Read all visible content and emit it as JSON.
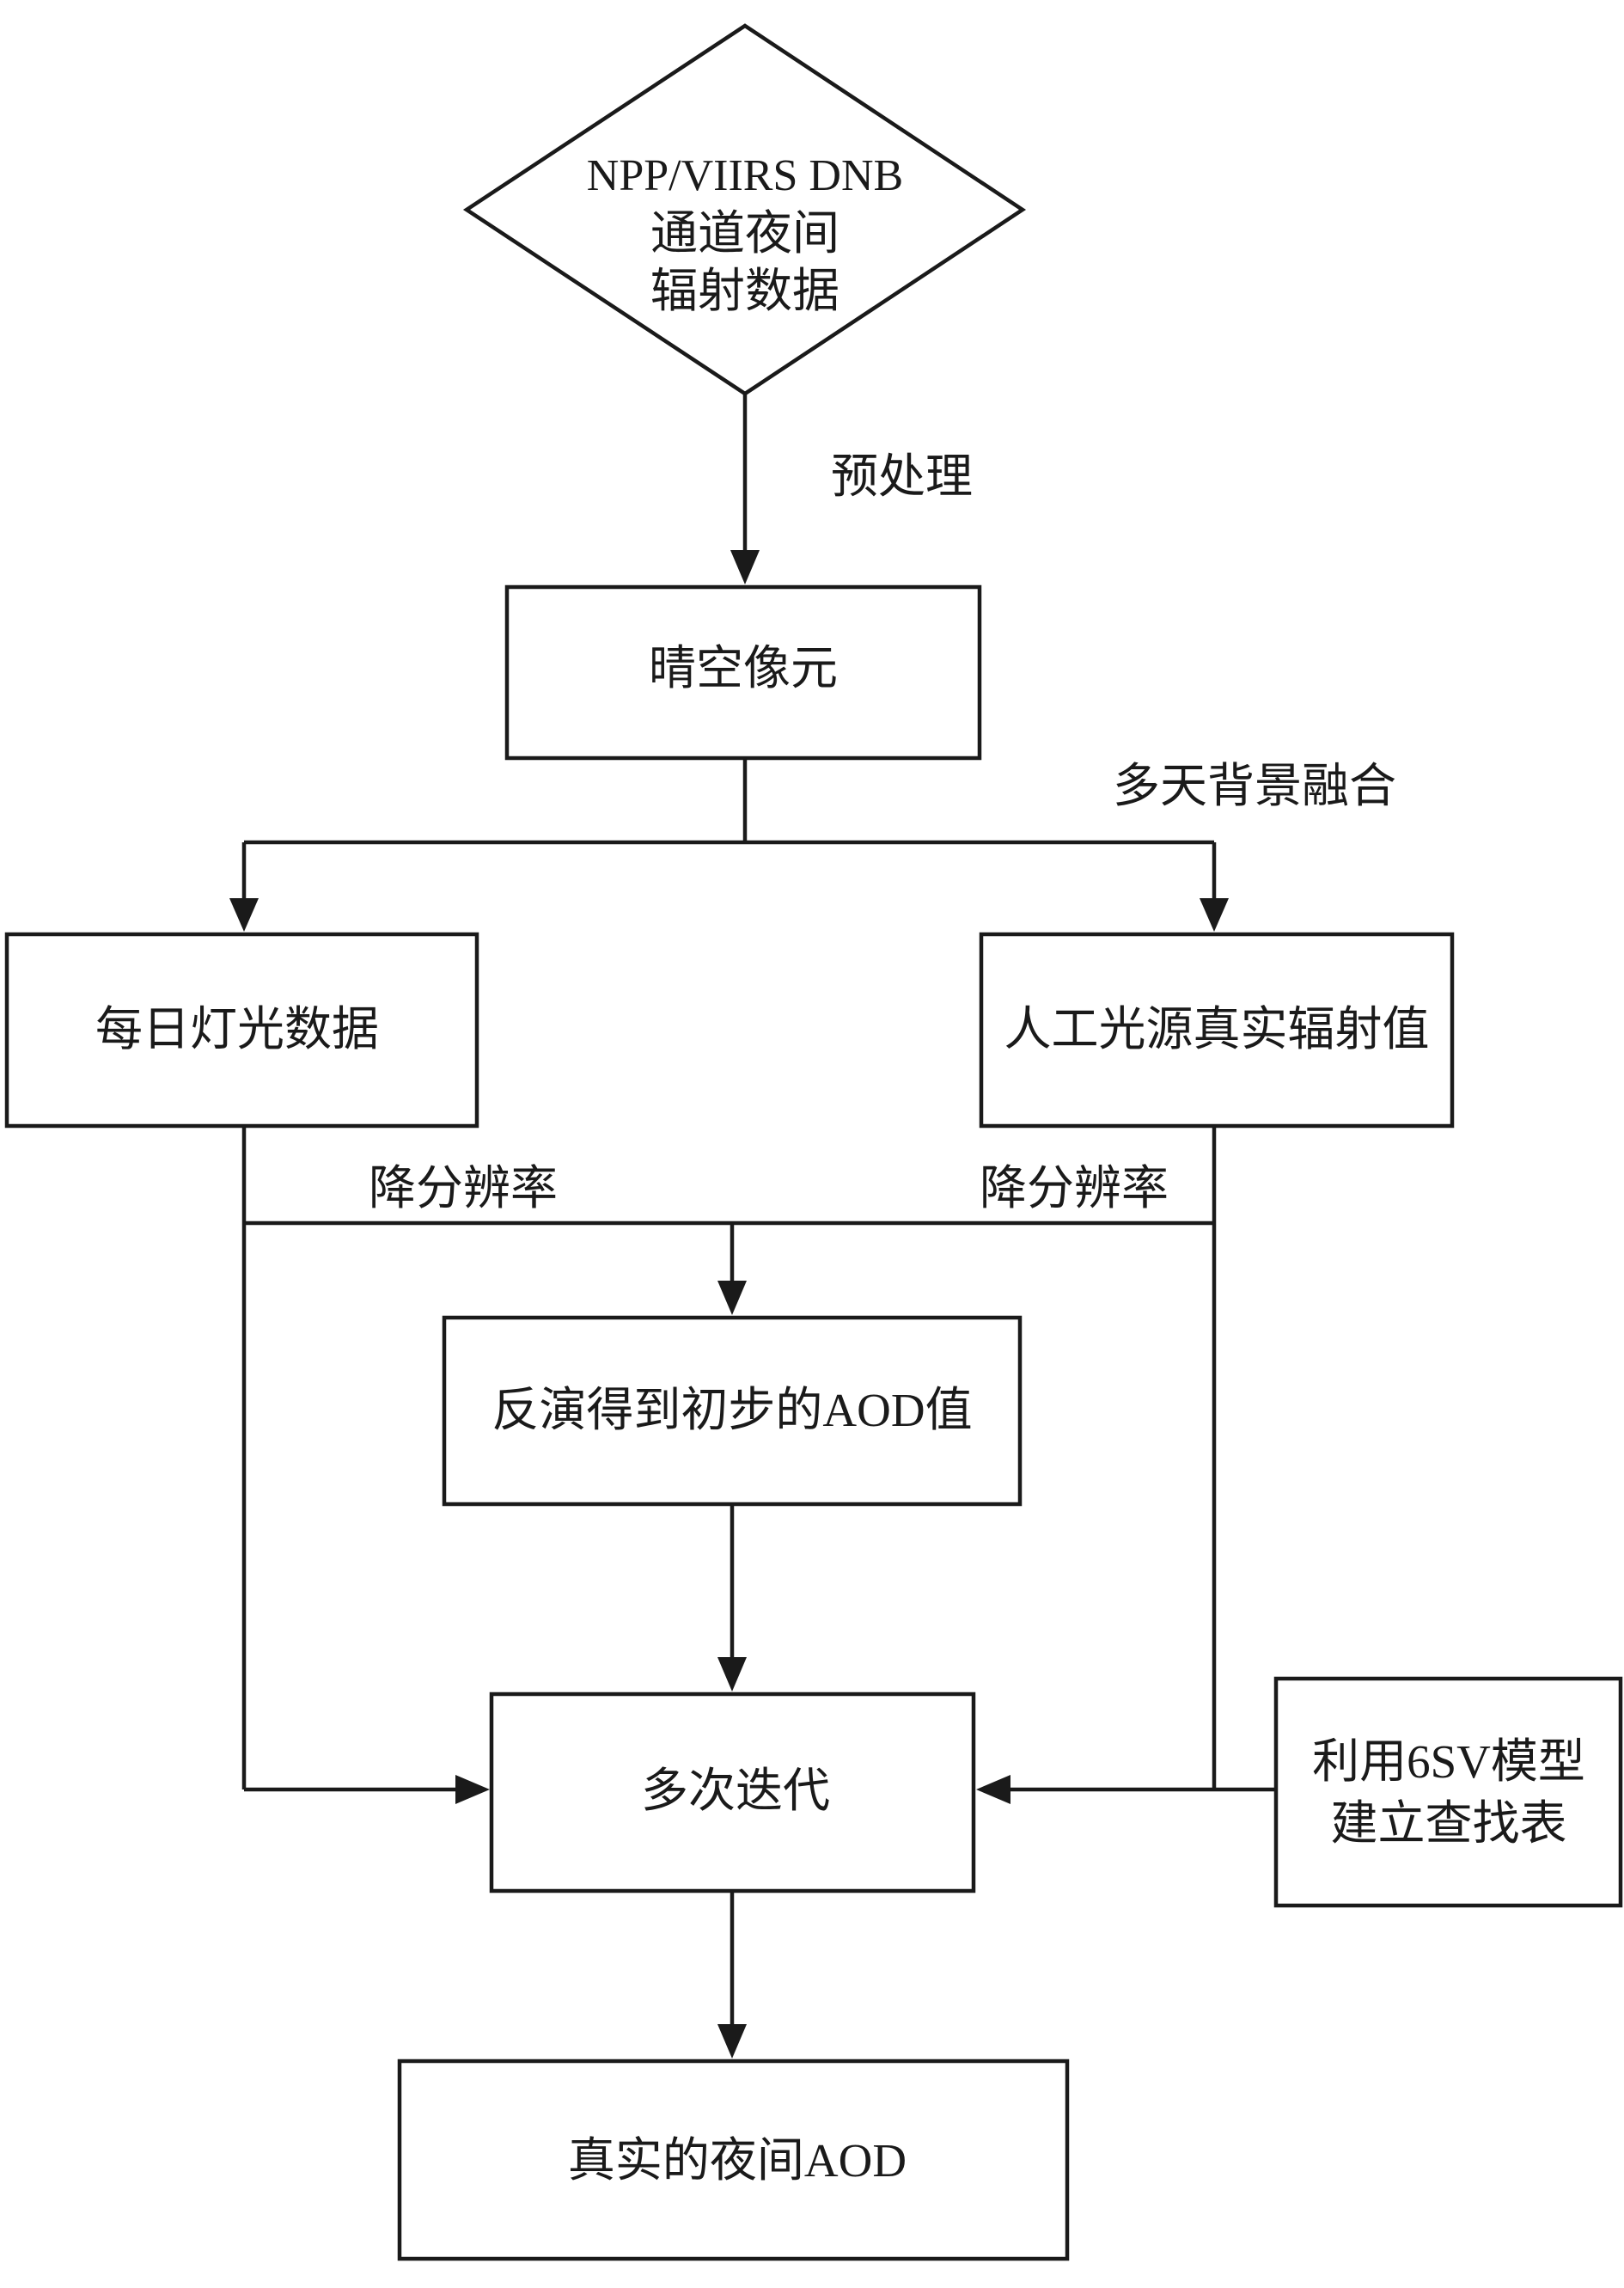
{
  "nodes": {
    "source": {
      "lines": [
        "NPP/VIIRS DNB",
        "通道夜间",
        "辐射数据"
      ]
    },
    "clear_sky": "晴空像元",
    "daily_light": "每日灯光数据",
    "artificial_radiance": "人工光源真实辐射值",
    "initial_aod": "反演得到初步的AOD值",
    "iteration": "多次迭代",
    "lut": {
      "lines": [
        "利用6SV模型",
        "建立查找表"
      ]
    },
    "true_aod": "真实的夜间AOD"
  },
  "edge_labels": {
    "preprocess": "预处理",
    "multi_day_fusion": "多天背景融合",
    "downsample_left": "降分辨率",
    "downsample_right": "降分辨率"
  }
}
